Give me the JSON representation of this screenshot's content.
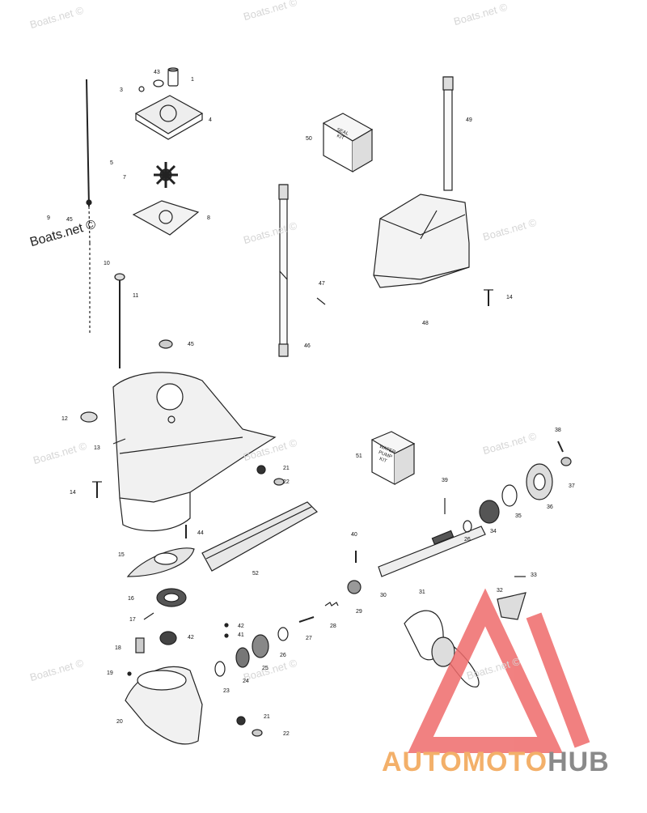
{
  "watermark": "Boats.net ©",
  "watermark_color": "#d6d6d6",
  "labels": {
    "n1": "1",
    "n3": "3",
    "n4": "4",
    "n5": "5",
    "n7": "7",
    "n8": "8",
    "n9": "9",
    "n10": "10",
    "n11": "11",
    "n12": "12",
    "n13": "13",
    "n14a": "14",
    "n14b": "14",
    "n15": "15",
    "n16": "16",
    "n17": "17",
    "n18": "18",
    "n19": "19",
    "n20": "20",
    "n21a": "21",
    "n21b": "21",
    "n22a": "22",
    "n22b": "22",
    "n23": "23",
    "n24": "24",
    "n25": "25",
    "n26a": "26",
    "n26b": "26",
    "n27": "27",
    "n28": "28",
    "n29": "29",
    "n30": "30",
    "n31": "31",
    "n32": "32",
    "n33": "33",
    "n34": "34",
    "n35": "35",
    "n36": "36",
    "n37": "37",
    "n38": "38",
    "n39": "39",
    "n40": "40",
    "n41": "41",
    "n42a": "42",
    "n42b": "42",
    "n43": "43",
    "n44": "44",
    "n45a": "45",
    "n45b": "45",
    "n46": "46",
    "n47": "47",
    "n48": "48",
    "n49": "49",
    "n50": "50",
    "n51": "51",
    "n52": "52"
  },
  "seal_kit": {
    "line1": "SEAL",
    "line2": "KIT"
  },
  "water_pump_kit": {
    "line1": "WATER",
    "line2": "PUMP",
    "line3": "KIT"
  },
  "logo": {
    "part1": "AUTOMOTO",
    "part2": "HUB",
    "accent_color": "#f3b06a",
    "gray_color": "#8a8a8a",
    "triangle_color": "#ef6b6b"
  }
}
